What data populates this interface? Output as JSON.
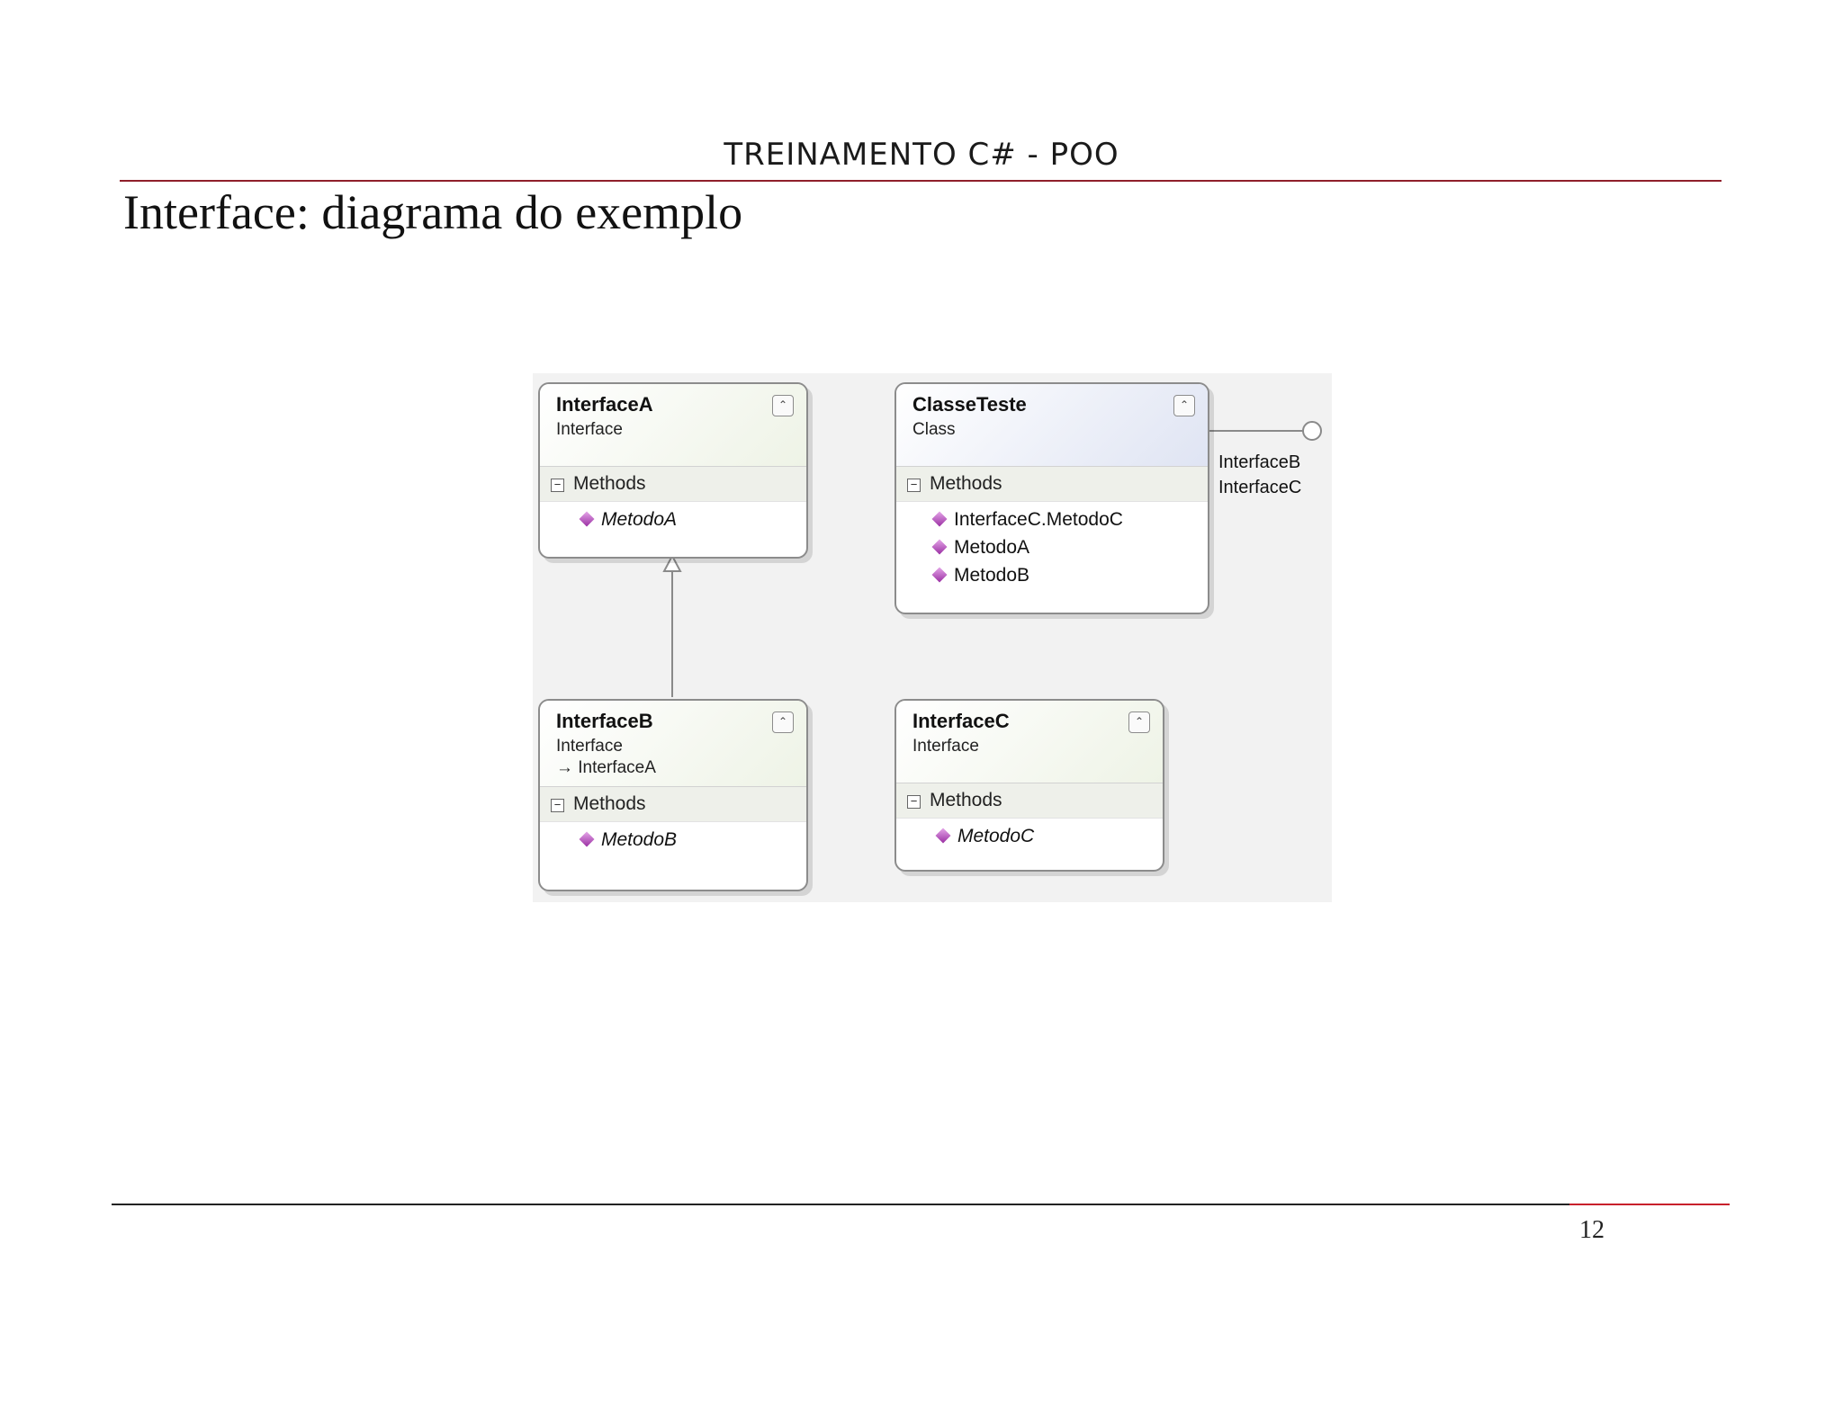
{
  "header": {
    "title": "TREINAMENTO C# - POO"
  },
  "slide": {
    "title": "Interface: diagrama do exemplo",
    "page_number": "12"
  },
  "diagram": {
    "interface_a": {
      "name": "InterfaceA",
      "kind": "Interface",
      "section": "Methods",
      "methods": [
        "MetodoA"
      ]
    },
    "classe_teste": {
      "name": "ClasseTeste",
      "kind": "Class",
      "section": "Methods",
      "methods": [
        "InterfaceC.MetodoC",
        "MetodoA",
        "MetodoB"
      ],
      "implements": [
        "InterfaceB",
        "InterfaceC"
      ]
    },
    "interface_b": {
      "name": "InterfaceB",
      "kind": "Interface",
      "inherits": "InterfaceA",
      "section": "Methods",
      "methods": [
        "MetodoB"
      ]
    },
    "interface_c": {
      "name": "InterfaceC",
      "kind": "Interface",
      "section": "Methods",
      "methods": [
        "MetodoC"
      ]
    }
  }
}
